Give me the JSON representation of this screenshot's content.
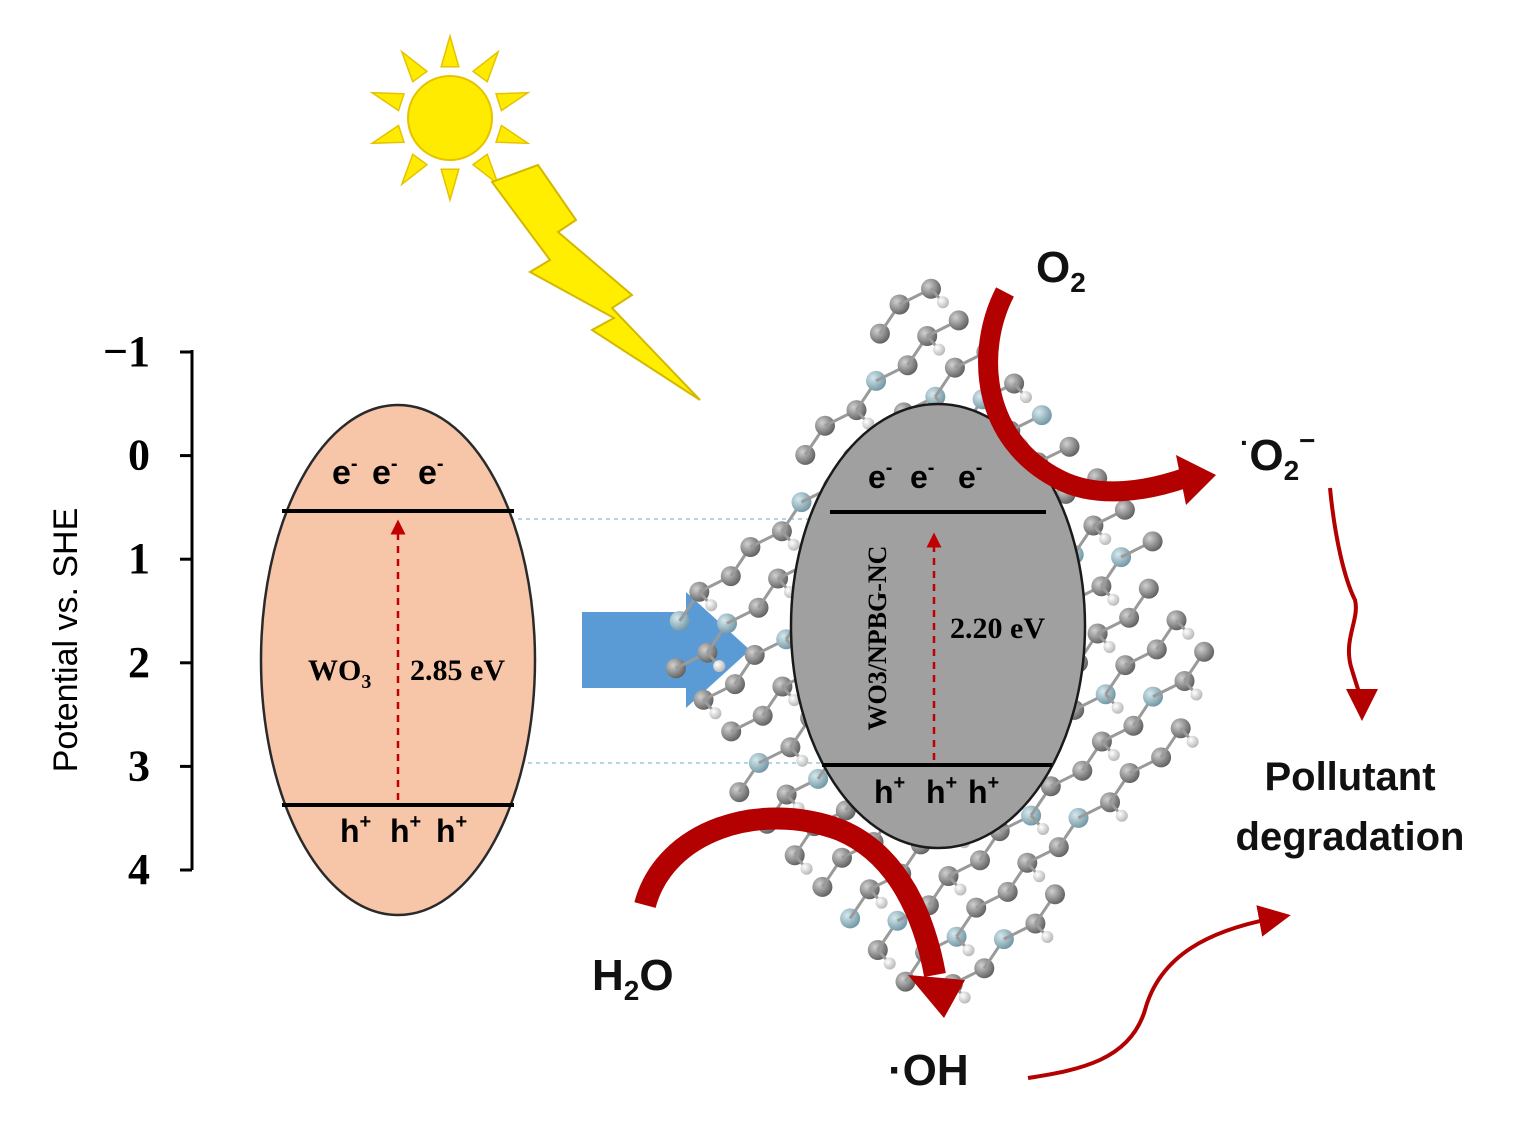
{
  "axis": {
    "label": "Potential vs. SHE",
    "ticks": [
      "−1",
      "0",
      "1",
      "2",
      "3",
      "4"
    ]
  },
  "left_particle": {
    "name": "WO",
    "name_sub": "3",
    "band_gap": "2.85 eV",
    "electrons": "e",
    "electron_sup": "-",
    "holes": "h",
    "hole_sup": "+"
  },
  "right_particle": {
    "name": "WO3/NPBG-NC",
    "band_gap": "2.20 eV",
    "electrons": "e",
    "electron_sup": "-",
    "holes": "h",
    "hole_sup": "+"
  },
  "species": {
    "o2": "O",
    "o2_sub": "2",
    "superoxide_dot": "·",
    "superoxide": "O",
    "superoxide_sub": "2",
    "superoxide_sup": "−",
    "water_h": "H",
    "water_sub": "2",
    "water_o": "O",
    "hydroxyl": "·OH"
  },
  "outcome": {
    "line1": "Pollutant",
    "line2": "degradation"
  },
  "colors": {
    "wo3_fill": "#f7c5a8",
    "composite_fill": "#a0a0a0",
    "arrow_red": "#b30000",
    "arrow_blue": "#5b9bd5",
    "sun": "#ffeb00",
    "atom_grey": "#8a8a8a",
    "atom_teal": "#8fb3bf",
    "atom_h": "#d8d8d8"
  }
}
